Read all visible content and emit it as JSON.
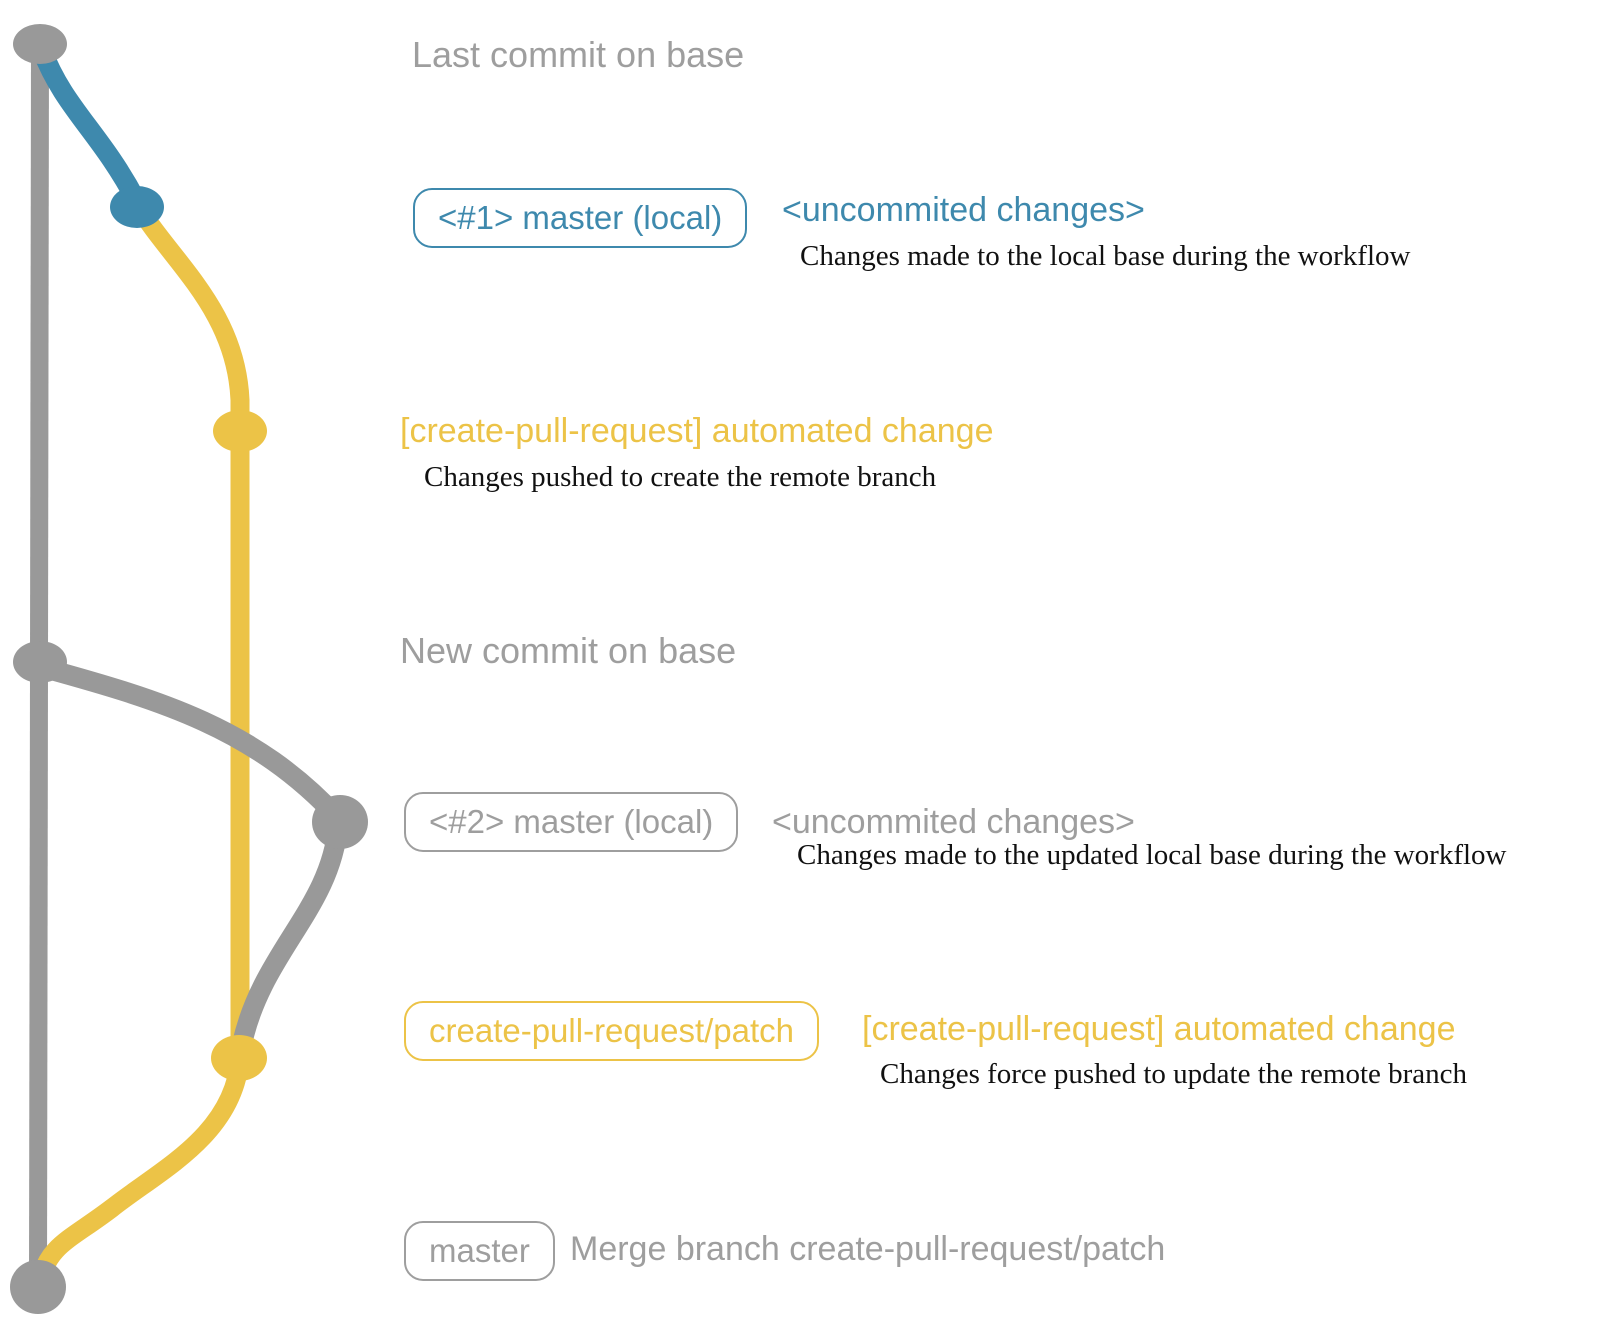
{
  "colors": {
    "gray": "#999999",
    "gray_text": "#9e9e9e",
    "blue": "#3e89ad",
    "yellow": "#ecc347",
    "black": "#111111"
  },
  "graph": {
    "commits": [
      {
        "message": "Last commit on base"
      },
      {
        "label": "<#1> master (local)",
        "message": "<uncommited changes>",
        "description": "Changes made to the local base during the workflow"
      },
      {
        "message": "[create-pull-request] automated change",
        "description": "Changes pushed to create the remote branch"
      },
      {
        "message": "New commit on base"
      },
      {
        "label": "<#2> master (local)",
        "message": "<uncommited changes>",
        "description": "Changes made to the updated local base during the workflow"
      },
      {
        "label": "create-pull-request/patch",
        "message": "[create-pull-request] automated change",
        "description": "Changes force pushed to update the remote branch"
      },
      {
        "label": "master",
        "message": "Merge branch create-pull-request/patch"
      }
    ]
  }
}
